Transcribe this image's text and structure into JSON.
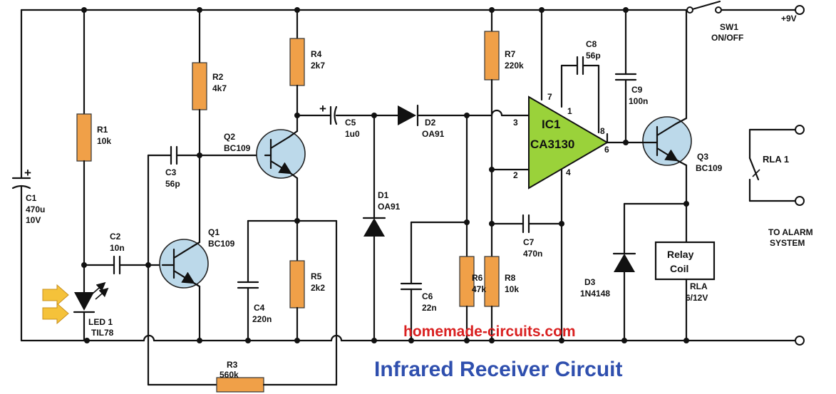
{
  "title": "Infrared Receiver Circuit",
  "website": "homemade-circuits.com",
  "supply": "+9V",
  "switch": {
    "name": "SW1",
    "desc": "ON/OFF"
  },
  "ic": {
    "name": "IC1",
    "part": "CA3130",
    "pins": [
      "7",
      "1",
      "8",
      "3",
      "6",
      "2",
      "4"
    ]
  },
  "components": {
    "r1": {
      "name": "R1",
      "value": "10k"
    },
    "r2": {
      "name": "R2",
      "value": "4k7"
    },
    "r3": {
      "name": "R3",
      "value": "560k"
    },
    "r4": {
      "name": "R4",
      "value": "2k7"
    },
    "r5": {
      "name": "R5",
      "value": "2k2"
    },
    "r6": {
      "name": "R6",
      "value": "47k"
    },
    "r7": {
      "name": "R7",
      "value": "220k"
    },
    "r8": {
      "name": "R8",
      "value": "10k"
    },
    "c1": {
      "name": "C1",
      "value": "470u",
      "voltage": "10V"
    },
    "c2": {
      "name": "C2",
      "value": "10n"
    },
    "c3": {
      "name": "C3",
      "value": "56p"
    },
    "c4": {
      "name": "C4",
      "value": "220n"
    },
    "c5": {
      "name": "C5",
      "value": "1u0"
    },
    "c6": {
      "name": "C6",
      "value": "22n"
    },
    "c7": {
      "name": "C7",
      "value": "470n"
    },
    "c8": {
      "name": "C8",
      "value": "56p"
    },
    "c9": {
      "name": "C9",
      "value": "100n"
    },
    "q1": {
      "name": "Q1",
      "value": "BC109"
    },
    "q2": {
      "name": "Q2",
      "value": "BC109"
    },
    "q3": {
      "name": "Q3",
      "value": "BC109"
    },
    "d1": {
      "name": "D1",
      "value": "OA91"
    },
    "d2": {
      "name": "D2",
      "value": "OA91"
    },
    "d3": {
      "name": "D3",
      "value": "1N4148"
    },
    "led1": {
      "name": "LED 1",
      "value": "TIL78"
    },
    "rla": {
      "name": "RLA",
      "value": "6/12V",
      "coil1": "Relay",
      "coil2": "Coil",
      "contact": "RLA 1"
    }
  },
  "alarm": {
    "line1": "TO ALARM",
    "line2": "SYSTEM"
  },
  "colors": {
    "resistor": "#f0a048",
    "opamp": "#9ad23a",
    "transistor": "#bcd9ea",
    "title": "#2f4fae",
    "website": "#d92020",
    "ir_arrow": "#f5c23a"
  }
}
